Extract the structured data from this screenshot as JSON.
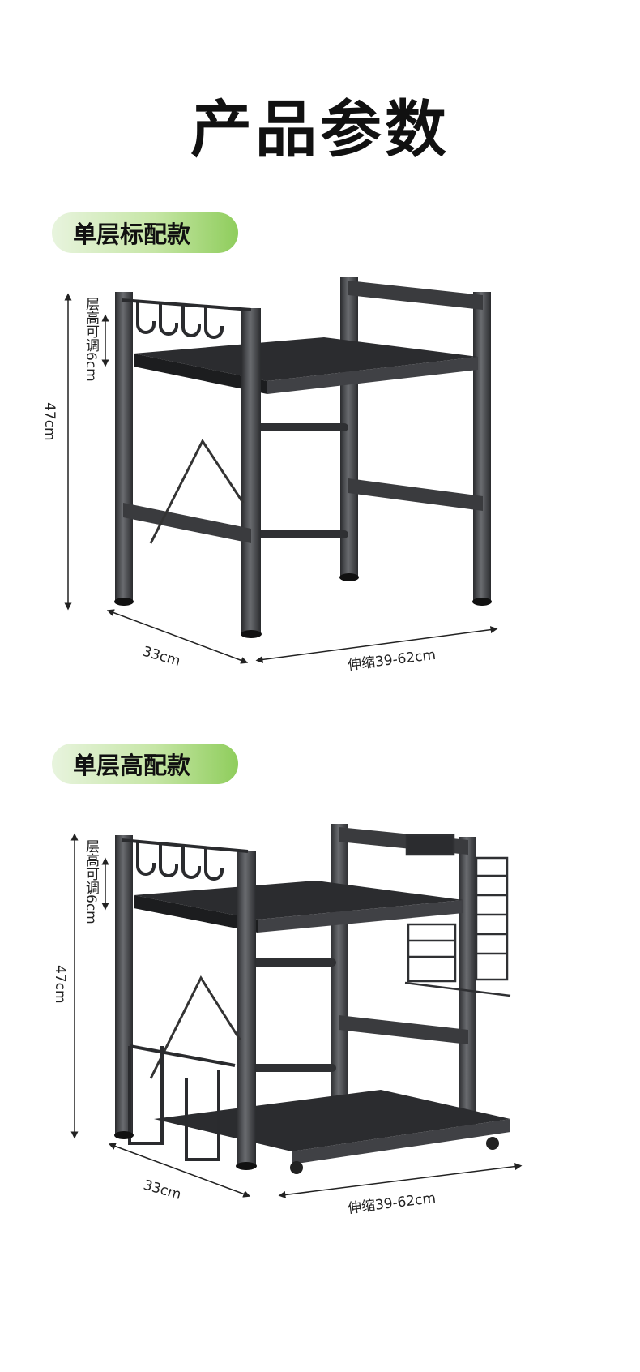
{
  "page": {
    "title": "产品参数"
  },
  "products": [
    {
      "name": "单层标配款",
      "height_adjust": "层高可调6cm",
      "height": "47cm",
      "depth": "33cm",
      "width": "伸缩39-62cm"
    },
    {
      "name": "单层高配款",
      "height_adjust": "层高可调6cm",
      "height": "47cm",
      "depth": "33cm",
      "width": "伸缩39-62cm"
    }
  ],
  "colors": {
    "pill_start": "#e8f4de",
    "pill_end": "#8fcd5c",
    "frame": "#3a3b3e",
    "shelf": "#2b2c2f"
  }
}
